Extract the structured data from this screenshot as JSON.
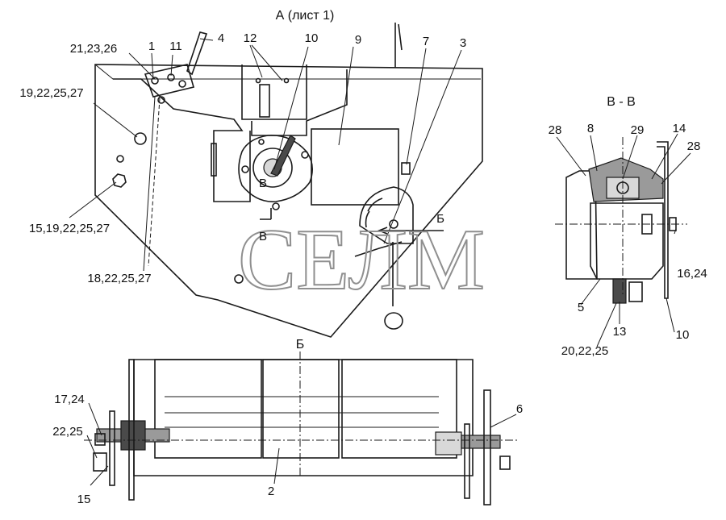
{
  "view_a_title": "А (лист 1)",
  "section_title": "В - В",
  "view_b_title": "Б",
  "watermark": "СЕЛМ",
  "view_a_callouts": {
    "c_21_23_26": "21,23,26",
    "c_1": "1",
    "c_11": "11",
    "c_4": "4",
    "c_12": "12",
    "c_10": "10",
    "c_9": "9",
    "c_7": "7",
    "c_3": "3",
    "c_19_22_25_27": "19,22,25,27",
    "c_15_19_22_25_27": "15,19,22,25,27",
    "c_18_22_25_27": "18,22,25,27",
    "sec_mark_top": "В",
    "sec_mark_bottom": "В",
    "view_mark_b": "Б"
  },
  "section_callouts": {
    "c_28_left": "28",
    "c_8": "8",
    "c_29": "29",
    "c_14": "14",
    "c_28_right": "28",
    "c_16_24": "16,24",
    "c_5": "5",
    "c_13": "13",
    "c_10": "10",
    "c_20_22_25": "20,22,25"
  },
  "view_b_callouts": {
    "c_17_24": "17,24",
    "c_22_25": "22,25",
    "c_15": "15",
    "c_2": "2",
    "c_6": "6"
  }
}
